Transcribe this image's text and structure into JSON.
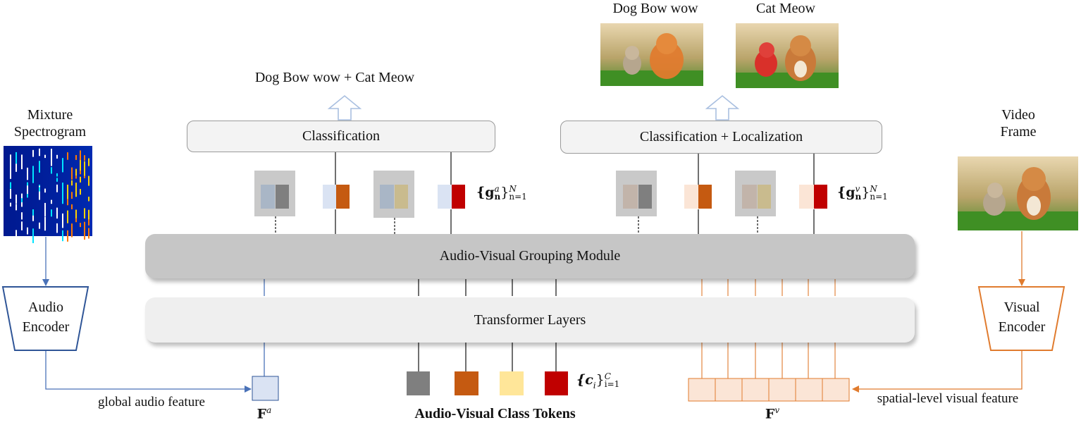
{
  "labels": {
    "mixture_spectrogram_line1": "Mixture",
    "mixture_spectrogram_line2": "Spectrogram",
    "video_frame_line1": "Video",
    "video_frame_line2": "Frame",
    "audio_encoder_line1": "Audio",
    "audio_encoder_line2": "Encoder",
    "visual_encoder_line1": "Visual",
    "visual_encoder_line2": "Encoder",
    "classification": "Classification",
    "classification_localization": "Classification + Localization",
    "grouping_module": "Audio-Visual Grouping Module",
    "transformer_layers": "Transformer Layers",
    "audio_output": "Dog Bow wow + Cat Meow",
    "dog_label": "Dog Bow wow",
    "cat_label": "Cat Meow",
    "global_audio_feature": "global audio feature",
    "spatial_visual_feature": "spatial-level visual feature",
    "class_tokens": "Audio-Visual Class Tokens",
    "f_a_symbol": "F",
    "f_a_sup": "a",
    "f_v_symbol": "F",
    "f_v_sup": "v",
    "g_a_math": "{g",
    "g_a_sup": "a",
    "g_a_sub": "n",
    "g_a_close": "}",
    "g_a_range_sup": "N",
    "g_a_range_sub": "n=1",
    "g_v_math": "{g",
    "g_v_sup": "v",
    "g_v_sub": "n",
    "g_v_close": "}",
    "g_v_range_sup": "N",
    "g_v_range_sub": "n=1",
    "c_math": "{c",
    "c_sub": "i",
    "c_close": "}",
    "c_range_sup": "C",
    "c_range_sub": "i=1"
  },
  "colors": {
    "audio_blue": "#4a72b8",
    "visual_orange": "#e07b2e",
    "token_gray": "#7f7f7f",
    "token_orange": "#c55a11",
    "token_yellow": "#ffe699",
    "token_red": "#c00000",
    "feature_blue_fill": "#dae3f3",
    "feature_orange_fill": "#fbe5d6",
    "arrow_outline": "#a9bfe0"
  }
}
